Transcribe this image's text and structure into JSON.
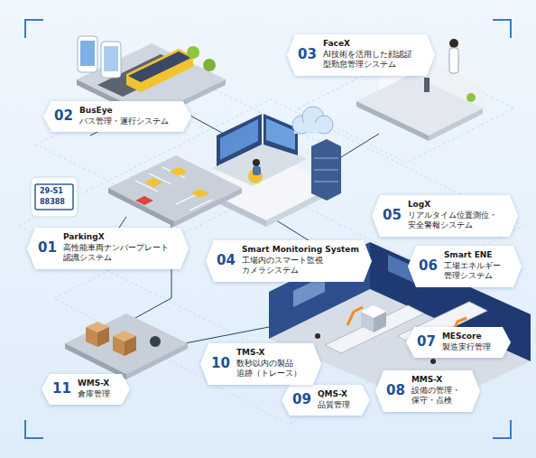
{
  "diagram": {
    "nodes": [
      {
        "text": [
          "01",
          "ParkingX",
          "高性能車両ナンバープレート 認識システム"
        ]
      },
      {
        "text": [
          "02",
          "BusEye",
          "バス管理・運行システム"
        ]
      },
      {
        "text": [
          "03",
          "FaceX",
          "AI技術を活用した顔認証 型勤怠管理システム"
        ]
      },
      {
        "text": [
          "04",
          "Smart Monitoring System",
          "工場内のスマート監視 カメラシステム"
        ]
      },
      {
        "text": [
          "05",
          "LogX",
          "リアルタイム位置測位・ 安全警報システム"
        ]
      },
      {
        "text": [
          "06",
          "Smart ENE",
          "工場エネルギー 管理システム"
        ]
      },
      {
        "text": [
          "07",
          "MEScore",
          "製造実行管理"
        ]
      },
      {
        "text": [
          "08",
          "MMS-X",
          "設備の管理・ 保守・点検"
        ]
      },
      {
        "text": [
          "09",
          "QMS-X",
          "品質管理"
        ]
      },
      {
        "text": [
          "10",
          "TMS-X",
          "数秒以内の製品 追跡（トレース）"
        ]
      },
      {
        "text": [
          "11",
          "WMS-X",
          "倉庫管理"
        ]
      }
    ],
    "labels": [
      "29-S1",
      "88388"
    ]
  }
}
